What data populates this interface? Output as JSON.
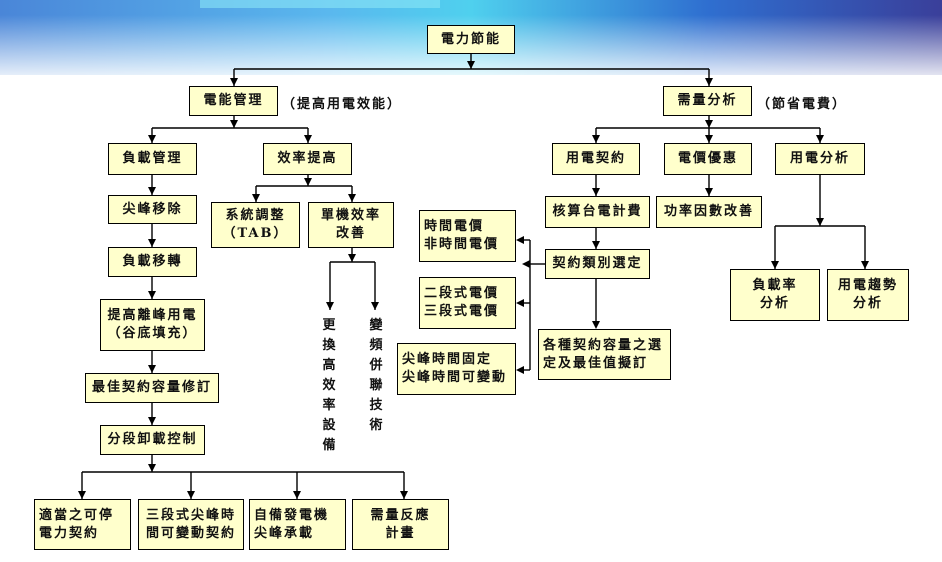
{
  "diagram": {
    "root": "電力節能",
    "branch_left": {
      "label": "電能管理",
      "note": "（提高用電效能）"
    },
    "branch_right": {
      "label": "需量分析",
      "note": "（節省電費）"
    },
    "left": {
      "load_mgmt": "負載管理",
      "peak_removal": "尖峰移除",
      "load_shift": "負載移轉",
      "offpeak": "提高離峰用電\n（谷底填充）",
      "contract_rev": "最佳契約容量修訂",
      "shedding": "分段卸載控制",
      "efficiency": "效率提高",
      "tab": "系統調整\n（TAB）",
      "unit_eff": "單機效率\n改善",
      "vertical_1": "更換高效率設備",
      "vertical_2": "變頻併聯技術",
      "bottom": [
        "適當之可停\n電力契約",
        "三段式尖峰時\n間可變動契約",
        "自備發電機\n尖峰承載",
        "需量反應\n計畫"
      ]
    },
    "right": {
      "contract": "用電契約",
      "discount": "電價優惠",
      "analysis": "用電分析",
      "billing": "核算台電計費",
      "pf": "功率因數改善",
      "contract_type": "契約類別選定",
      "capacity": "各種契約容量之選\n定及最佳值擬訂",
      "tou": "時間電價\n非時間電價",
      "tier": "二段式電價\n三段式電價",
      "peak": "尖峰時間固定\n尖峰時間可變動",
      "load_rate": "負載率\n分析",
      "trend": "用電趨勢\n分析"
    }
  },
  "colors": {
    "box_fill": "#ffffcc",
    "line": "#000000",
    "banner_blue": "#2b7fd8",
    "banner_cyan": "#5fd6f0"
  }
}
